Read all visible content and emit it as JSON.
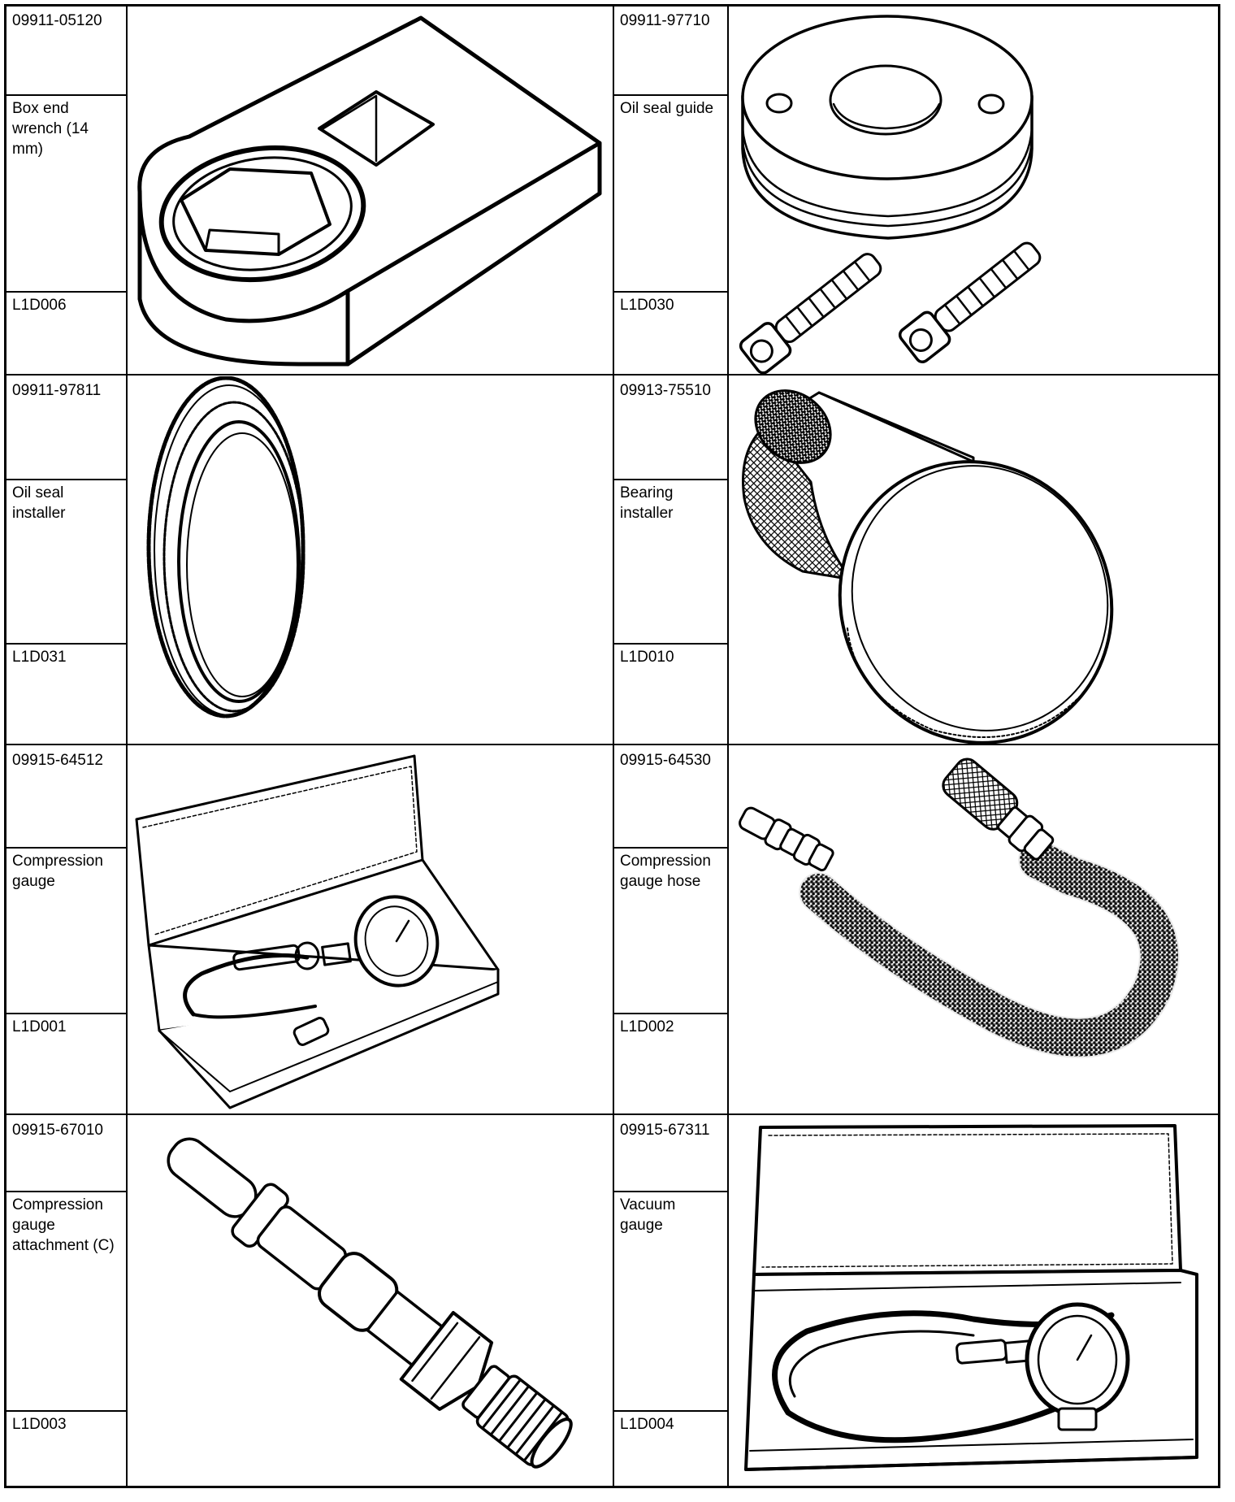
{
  "tools": [
    {
      "part_no": "09911-05120",
      "name": "Box end wrench (14 mm)",
      "ref": "L1D006",
      "illustration": "box-end-wrench-illustration"
    },
    {
      "part_no": "09911-97710",
      "name": "Oil seal guide",
      "ref": "L1D030",
      "illustration": "oil-seal-guide-illustration"
    },
    {
      "part_no": "09911-97811",
      "name": "Oil seal installer",
      "ref": "L1D031",
      "illustration": "oil-seal-installer-illustration"
    },
    {
      "part_no": "09913-75510",
      "name": "Bearing installer",
      "ref": "L1D010",
      "illustration": "bearing-installer-illustration"
    },
    {
      "part_no": "09915-64512",
      "name": "Compression gauge",
      "ref": "L1D001",
      "illustration": "compression-gauge-illustration"
    },
    {
      "part_no": "09915-64530",
      "name": "Compression gauge hose",
      "ref": "L1D002",
      "illustration": "compression-gauge-hose-illustration"
    },
    {
      "part_no": "09915-67010",
      "name": "Compression gauge attachment (C)",
      "ref": "L1D003",
      "illustration": "compression-gauge-attachment-illustration"
    },
    {
      "part_no": "09915-67311",
      "name": "Vacuum gauge",
      "ref": "L1D004",
      "illustration": "vacuum-gauge-illustration"
    }
  ]
}
